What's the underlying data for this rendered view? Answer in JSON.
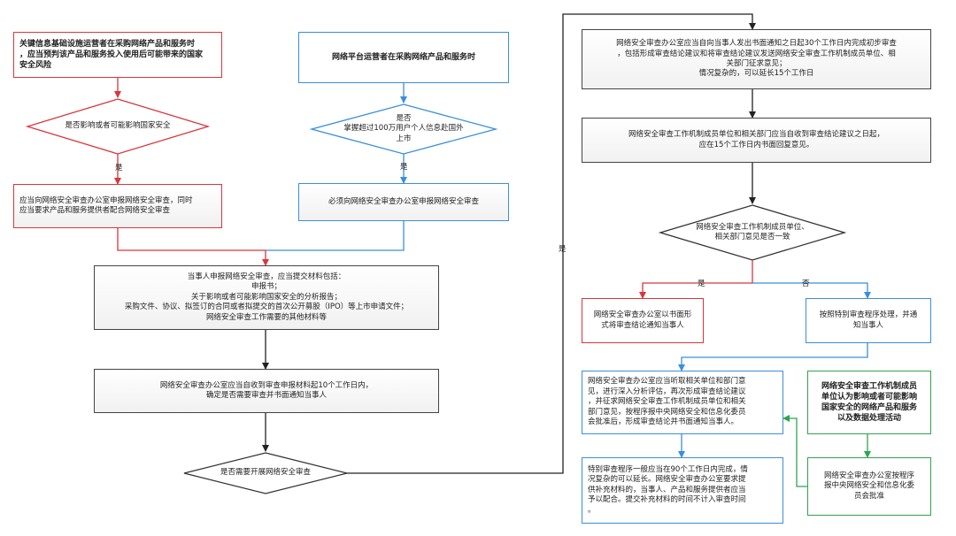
{
  "nodes": {
    "cii_operator": "关键信息基础设施运营者在采购网络产品和服务时\n，应当预判该产品和服务投入使用后可能带来的国家\n安全风险",
    "platform_operator": "网络平台运营者在采购网络产品和服务时",
    "diamond_national_security": "是否影响或者可能影响国家安全",
    "diamond_100w_users": "是否\n掌握超过100万用户个人信息赴国外\n上市",
    "apply_with_supply": "应当向网络安全审查办公室申报网络安全审查，同时\n应当要求产品和服务提供者配合网络安全审查",
    "must_apply": "必须向网络安全审查办公室申报网络安全审查",
    "materials": "当事人申报网络安全审查，应当提交材料包括：\n申报书；\n关于影响或者可能影响国家安全的分析报告；\n采购文件、协议、拟签订的合同或者拟提交的首次公开募股（IPO）等上市申请文件；\n网络安全审查工作需要的其他材料等",
    "ten_days": "网络安全审查办公室应当自收到审查申报材料起10个工作日内，\n确定是否需要审查并书面通知当事人",
    "diamond_need_review": "是否需要开展网络安全审查",
    "preliminary": "网络安全审查办公室应当自向当事人发出书面通知之日起30个工作日内完成初步审查\n，包括形成审查结论建议和将审查结论建议发送网络安全审查工作机制成员单位、相\n关部门征求意见；\n情况复杂的，可以延长15个工作日",
    "fifteen_days": "网络安全审查工作机制成员单位和相关部门应当自收到审查结论建议之日起，\n应在15个工作日内书面回复意见。",
    "diamond_consistent": "网络安全审查工作机制成员单位、\n相关部门意见是否一致",
    "notify_conclusion": "网络安全审查办公室以书面形\n式将审查结论通知当事人",
    "special_procedure": "按照特别审查程序处理，并通\n知当事人",
    "special_review": "网络安全审查办公室应当听取相关单位和部门意\n见，进行深入分析评估，再次形成审查结论建议\n，并征求网络安全审查工作机制成员单位和相关\n部门意见，按程序报中央网络安全和信息化委员\n会批准后，形成审查结论并书面通知当事人。",
    "ninety_days": "特别审查程序一般应当在90个工作日内完成，情\n况复杂的可以延长。网络安全审查办公室要求提\n供补充材料的，当事人、产品和服务提供者应当\n予以配合。提交补充材料的时间不计入审查时间\n。",
    "mechanism_members": "网络安全审查工作机制成员\n单位认为影响或者可能影响\n国家安全的网络产品和服务\n以及数据处理活动",
    "report_approval": "网络安全审查办公室按程序\n报中央网络安全和信息化委\n员会批准"
  },
  "labels": {
    "yes_1": "是",
    "yes_2": "是",
    "yes_3": "是",
    "yes_4": "是",
    "no_1": "否"
  },
  "colors": {
    "red": "#d9363e",
    "blue": "#3a8fd9",
    "green": "#2ea44f",
    "dark": "#222222"
  }
}
